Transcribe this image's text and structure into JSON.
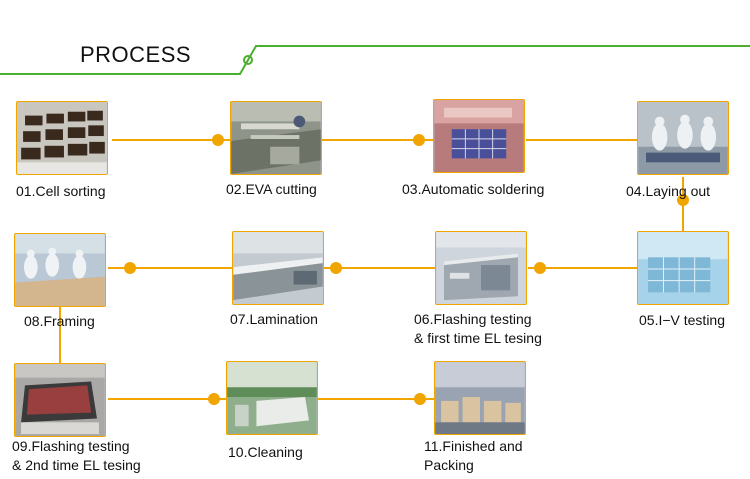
{
  "header": {
    "title": "PROCESS",
    "line_color": "#4caf2e"
  },
  "connector_color": "#f0a500",
  "steps": [
    {
      "label": "01.Cell sorting",
      "photo": "cell-sorting-photo"
    },
    {
      "label": "02.EVA cutting",
      "photo": "eva-cutting-photo"
    },
    {
      "label": "03.Automatic soldering",
      "photo": "automatic-soldering-photo"
    },
    {
      "label": "04.Laying out",
      "photo": "laying-out-photo"
    },
    {
      "label": "05.I−V testing",
      "photo": "iv-testing-photo"
    },
    {
      "label_lines": [
        "06.Flashing testing",
        "& first time EL tesing"
      ],
      "photo": "flashing-testing-photo"
    },
    {
      "label": "07.Lamination",
      "photo": "lamination-photo"
    },
    {
      "label": "08.Framing",
      "photo": "framing-photo"
    },
    {
      "label_lines": [
        "09.Flashing testing",
        "& 2nd time EL tesing"
      ],
      "photo": "second-el-testing-photo"
    },
    {
      "label": "10.Cleaning",
      "photo": "cleaning-photo"
    },
    {
      "label_lines": [
        "11.Finished and",
        "Packing"
      ],
      "photo": "packing-photo"
    }
  ]
}
